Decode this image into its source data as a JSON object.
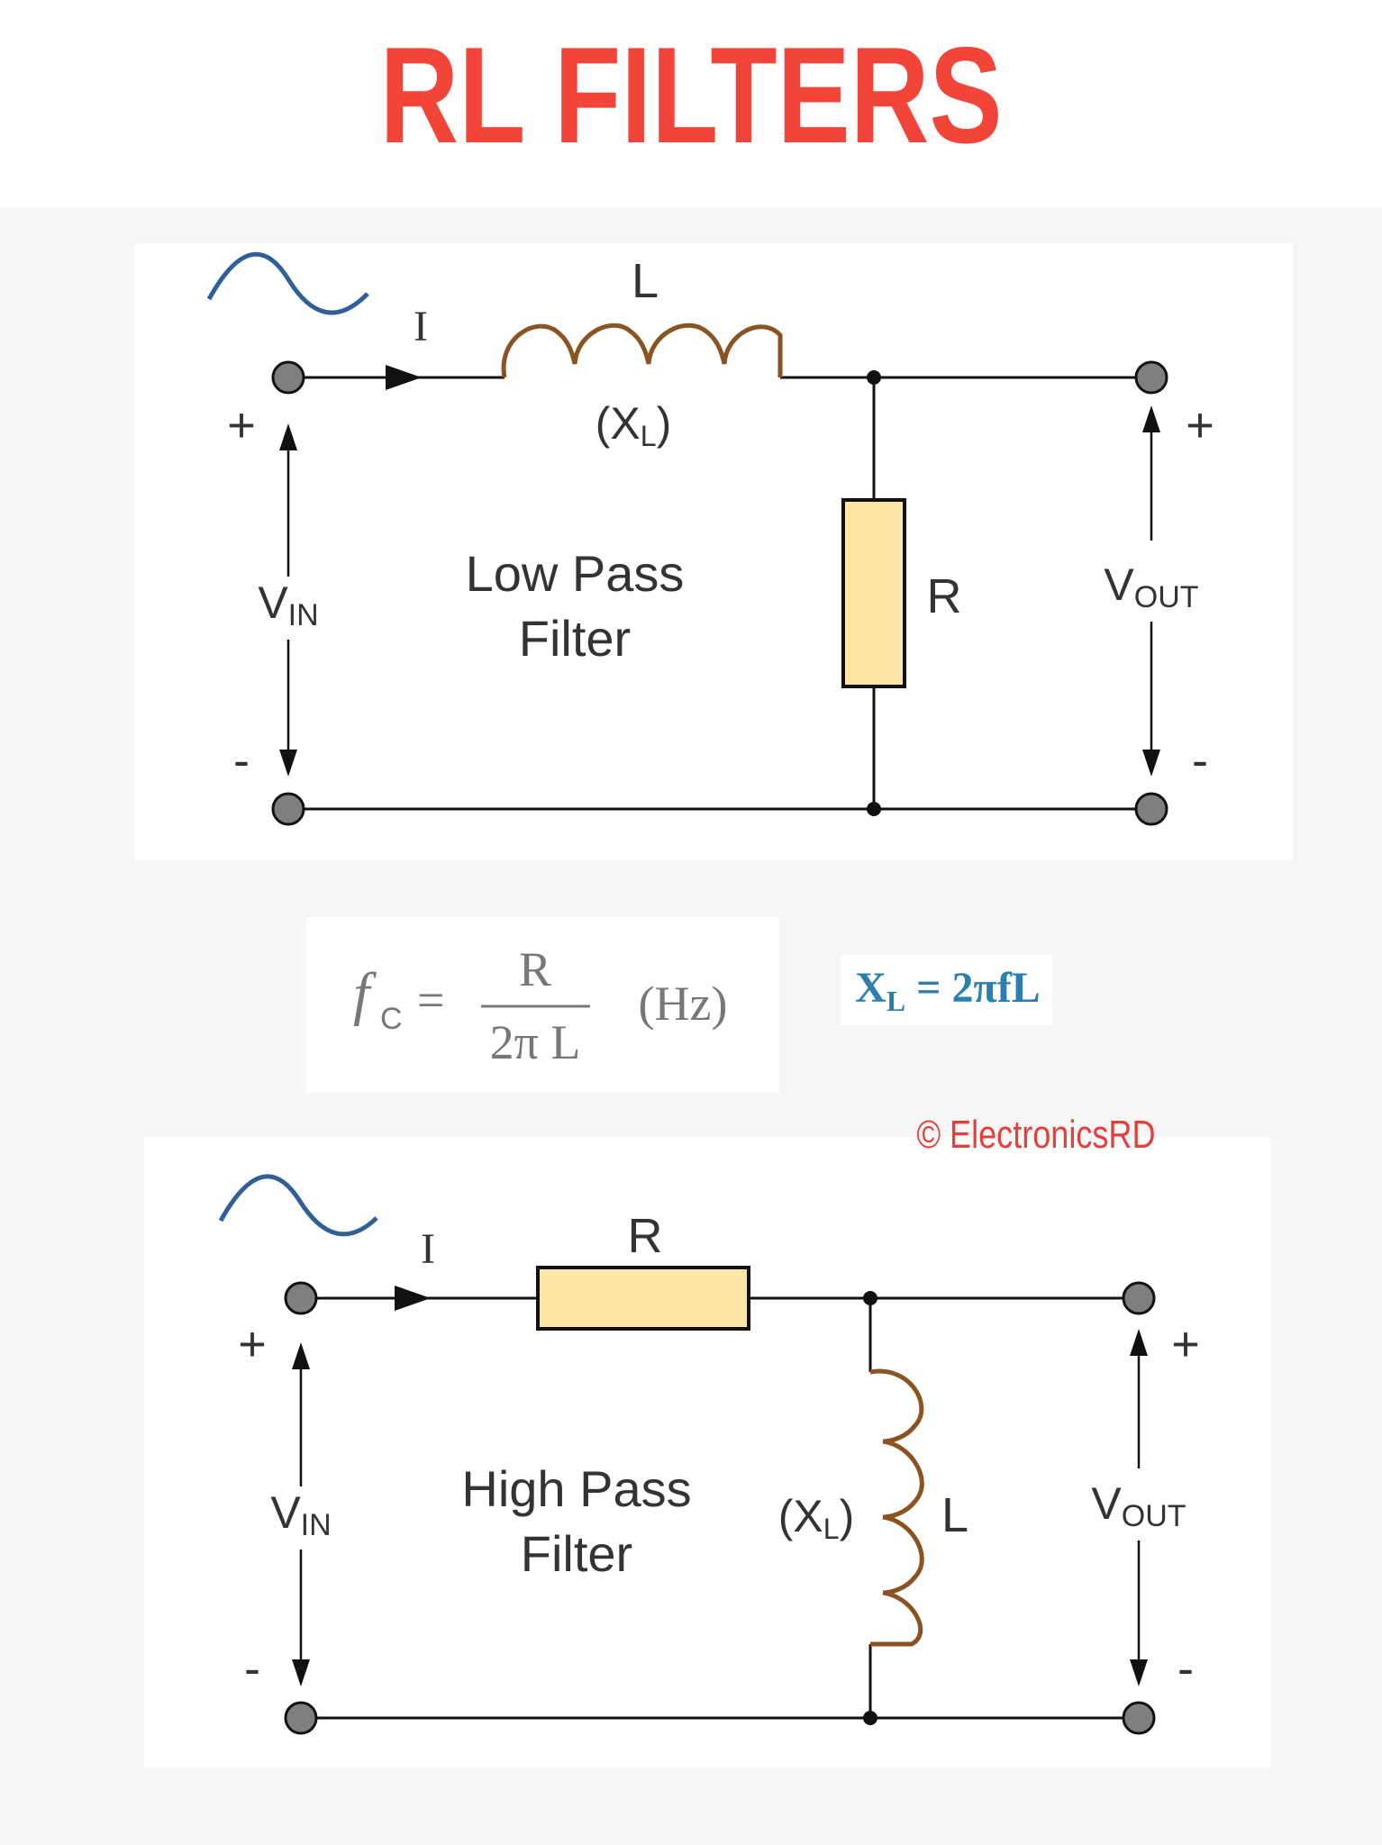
{
  "title": "RL FILTERS",
  "colors": {
    "title": "#f2453a",
    "wire": "#111111",
    "terminal_fill": "#7f7f7f",
    "resistor_fill": "#fde6a6",
    "inductor": "#8a5322",
    "sine": "#2f5f96",
    "label": "#333333",
    "formula": "#777777",
    "xl_formula": "#2a7fae",
    "copyright": "#e3403a",
    "panel_bg": "#f6f6f6"
  },
  "low_pass": {
    "current_label": "I",
    "inductor_label": "L",
    "reactance_prefix": "(X",
    "reactance_sub": "L",
    "reactance_suffix": ")",
    "resistor_label": "R",
    "vin_main": "V",
    "vin_sub": "IN",
    "vout_main": "V",
    "vout_sub": "OUT",
    "plus": "+",
    "minus": "-",
    "caption_line1": "Low Pass",
    "caption_line2": "Filter"
  },
  "cutoff_formula": {
    "lhs_f": "f",
    "lhs_sub": "C",
    "equals": "=",
    "numerator": "R",
    "denominator": "2π L",
    "unit": "(Hz)"
  },
  "xl_formula": {
    "main": "X",
    "sub": "L",
    "rest": " = 2πfL"
  },
  "copyright": "© ElectronicsRD",
  "high_pass": {
    "current_label": "I",
    "resistor_label": "R",
    "inductor_label": "L",
    "reactance_prefix": "(X",
    "reactance_sub": "L",
    "reactance_suffix": ")",
    "vin_main": "V",
    "vin_sub": "IN",
    "vout_main": "V",
    "vout_sub": "OUT",
    "plus": "+",
    "minus": "-",
    "caption_line1": "High Pass",
    "caption_line2": "Filter"
  }
}
